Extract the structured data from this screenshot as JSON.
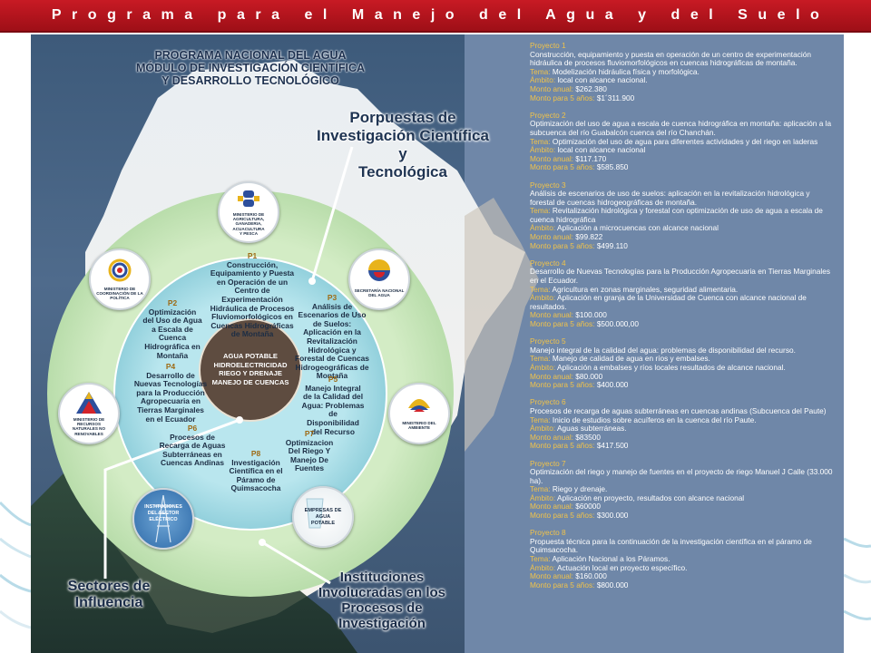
{
  "header": {
    "title": "Programa para el Manejo del Agua y del Suelo"
  },
  "poster": {
    "main_title": [
      "PROGRAMA NACIONAL DEL AGUA",
      "MÓDULO DE INVESTIGACIÓN CIENTÍFICA",
      "Y DESARROLLO TECNOLÓGICO"
    ],
    "proposals_label": [
      "Porpuestas de",
      "Investigación Científica y",
      "Tecnológica"
    ],
    "sectors_label": [
      "Sectores de",
      "Influencia"
    ],
    "institutions_label": [
      "Instituciones",
      "Involucradas en los",
      "Procesos de",
      "Investigación"
    ],
    "core": [
      "AGUA POTABLE",
      "HIDROELECTRICIDAD",
      "RIEGO Y DRENAJE",
      "MANEJO DE CUENCAS"
    ],
    "ring_projects": [
      {
        "num": "P1",
        "lines": [
          "Construcción,",
          "Equipamiento y Puesta",
          "en Operación de un",
          "Centro de",
          "Experimentación",
          "Hidráulica de Procesos",
          "Fluviomorfológicos en",
          "Cuencas Hidrográficas",
          "de Montaña"
        ]
      },
      {
        "num": "P2",
        "lines": [
          "Optimización",
          "del Uso de Agua",
          "a Escala de",
          "Cuenca",
          "Hidrográfica en",
          "Montaña"
        ]
      },
      {
        "num": "P3",
        "lines": [
          "Análisis de",
          "Escenarios de Uso",
          "de Suelos:",
          "Aplicación en la",
          "Revitalización",
          "Hidrológica y",
          "Forestal de Cuencas",
          "Hidrogeográficas de",
          "Montaña"
        ]
      },
      {
        "num": "P4",
        "lines": [
          "Desarrollo de",
          "Nuevas Tecnologías",
          "para la Producción",
          "Agropecuaria en",
          "Tierras Marginales",
          "en el Ecuador"
        ]
      },
      {
        "num": "P5",
        "lines": [
          "Manejo Integral",
          "de la Calidad del",
          "Agua: Problemas",
          "de",
          "Disponibilidad",
          "del Recurso"
        ]
      },
      {
        "num": "P6",
        "lines": [
          "Procesos de",
          "Recarga de Aguas",
          "Subterráneas en",
          "Cuencas Andinas"
        ]
      },
      {
        "num": "P7",
        "lines": [
          "Optimizacion",
          "Del Riego Y",
          "Manejo De",
          "Fuentes"
        ]
      },
      {
        "num": "P8",
        "lines": [
          "Investigación",
          "Científica en el",
          "Páramo de",
          "Quimsacocha"
        ]
      }
    ],
    "badges": [
      {
        "name": "agricultura",
        "lines": [
          "MINISTERIO DE",
          "AGRICULTURA,",
          "GANADERIA,",
          "ACUACULTURA",
          "Y PESCA"
        ]
      },
      {
        "name": "coordinacion",
        "lines": [
          "MINISTERIO DE",
          "COORDINACIÓN DE LA",
          "POLÍTICA"
        ]
      },
      {
        "name": "senagua",
        "lines": [
          "SECRETARÍA NACIONAL",
          "DEL AGUA"
        ]
      },
      {
        "name": "recursos",
        "lines": [
          "MINISTERIO DE",
          "RECURSOS",
          "NATURALES NO",
          "RENOVABLES"
        ]
      },
      {
        "name": "ambiente",
        "lines": [
          "MINISTERIO DEL",
          "AMBIENTE"
        ]
      },
      {
        "name": "electrico",
        "lines": [
          "INSTITUCIONES",
          "DEL SECTOR",
          "ELÉCTRICO"
        ]
      },
      {
        "name": "empresas",
        "lines": [
          "EMPRESAS DE",
          "AGUA",
          "POTABLE"
        ]
      }
    ]
  },
  "projects": [
    {
      "title": "Proyecto 1",
      "desc": "Construcción, equipamiento y puesta en operación de un centro de experimentación hidráulica de procesos fluviomorfológicos en cuencas hidrográficas de montaña.",
      "tema": "Modelización hidráulica física y morfológica.",
      "ambito": "local con alcance nacional.",
      "monto_anual": "$262.380",
      "monto_5": "$1´311.900"
    },
    {
      "title": "Proyecto 2",
      "desc": "Optimización del uso de agua a escala de cuenca hidrográfica en montaña: aplicación a la subcuenca del río Guabalcón cuenca del río Chanchán.",
      "tema": "Optimización del uso de agua para diferentes actividades y del riego en laderas",
      "ambito": "local con alcance nacional",
      "monto_anual": "$117.170",
      "monto_5": "$585.850"
    },
    {
      "title": "Proyecto 3",
      "desc": "Análisis de escenarios de uso de suelos: aplicación en la revitalización hidrológica y forestal de cuencas hidrogeográficas de montaña.",
      "tema": "Revitalización hidrológica y forestal con optimización de uso de agua a escala de cuenca hidrográfica",
      "ambito": "Aplicación a microcuencas con alcance nacional",
      "monto_anual": "$99.822",
      "monto_5": "$499.110"
    },
    {
      "title": "Proyecto 4",
      "desc": "Desarrollo de Nuevas Tecnologías para la Producción Agropecuaria en Tierras Marginales en el Ecuador.",
      "tema": "Agricultura en zonas marginales, seguridad alimentaria.",
      "ambito": "Aplicación en granja de la Universidad de Cuenca con alcance nacional de resultados.",
      "monto_anual": "$100.000",
      "monto_5": "$500.000,00"
    },
    {
      "title": "Proyecto 5",
      "desc": "Manejo integral de la calidad del agua: problemas de disponibilidad del recurso.",
      "tema": "Manejo de calidad de agua en ríos y embalses.",
      "ambito": "Aplicación a embalses y ríos locales resultados de alcance nacional.",
      "monto_anual": "$80.000",
      "monto_5": "$400.000"
    },
    {
      "title": "Proyecto 6",
      "desc": "Procesos de recarga de aguas subterráneas en cuencas andinas (Subcuenca del Paute)",
      "tema": "Inicio de estudios sobre acuíferos en la cuenca del río Paute.",
      "ambito": "Aguas subterráneas.",
      "monto_anual": "$83500",
      "monto_5": "$417.500"
    },
    {
      "title": "Proyecto 7",
      "desc": "Optimización del riego y manejo de fuentes en el proyecto de riego Manuel J Calle (33.000 ha).",
      "tema": "Riego y drenaje.",
      "ambito": "Aplicación en proyecto, resultados con alcance nacional",
      "monto_anual": "$60000",
      "monto_5": "$300.000"
    },
    {
      "title": "Proyecto 8",
      "desc": "Propuesta técnica para la continuación de la investigación científica en el páramo de Quimsacocha.",
      "tema": "Aplicación Nacional a los Páramos.",
      "ambito": "Actuación local en proyecto específico.",
      "monto_anual": "$160.000",
      "monto_5": "$800.000"
    }
  ],
  "labels": {
    "tema": "Tema:",
    "ambito": "Ámbito:",
    "monto_anual": "Monto anual:",
    "monto_5": "Monto para 5 años:"
  },
  "colors": {
    "header": "#c81a24",
    "accent_text": "#f1c34a",
    "ring_outer": "#c6e4b8",
    "ring_inner": "#a9dbe6",
    "core": "#5e4c40"
  }
}
